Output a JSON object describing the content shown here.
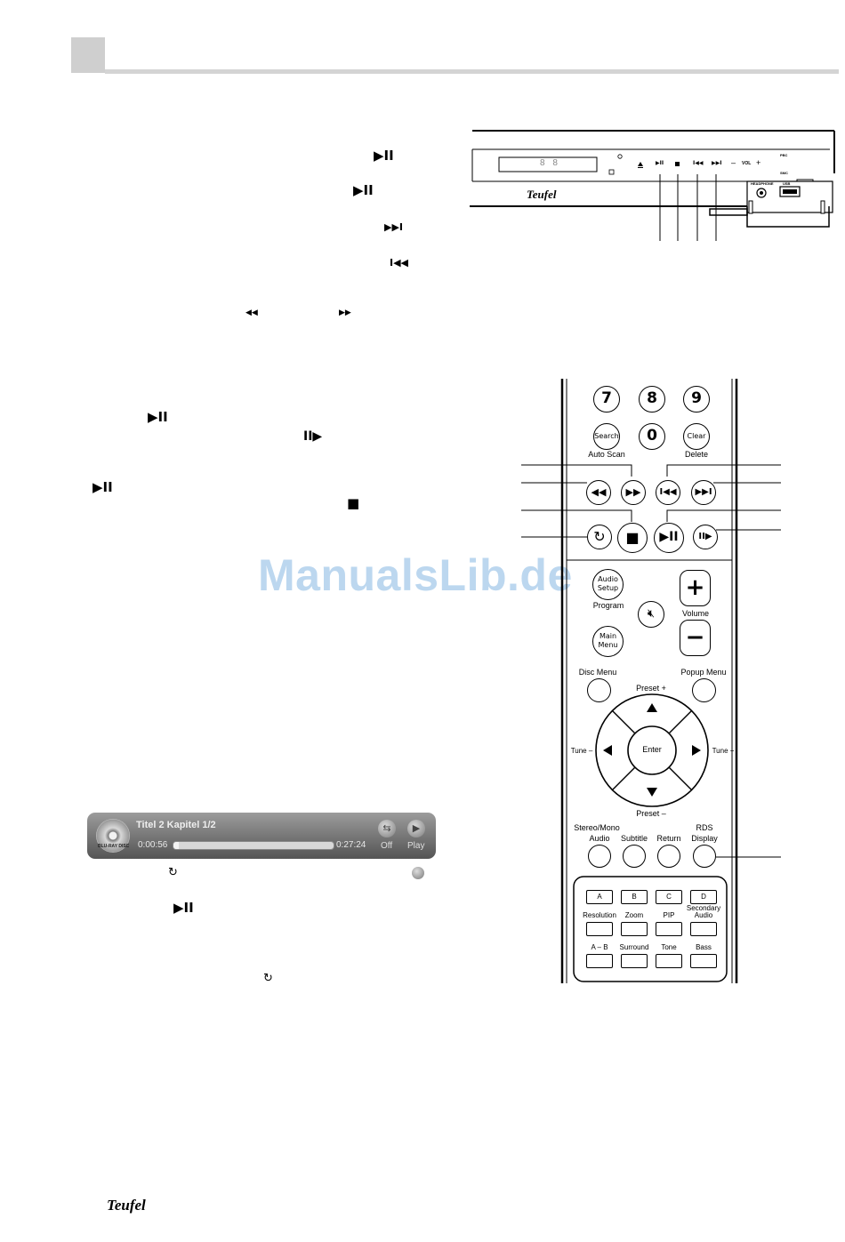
{
  "page": {
    "watermark": "ManualsLib.de",
    "footer_logo": "Teufel"
  },
  "text_symbols": {
    "play_pause": "▶II",
    "next": "▶▶I",
    "previous": "I◀◀",
    "rewind": "◀◀",
    "fast_forward": "▶▶",
    "slow": "II▶",
    "stop": "■",
    "repeat": "↻"
  },
  "player_panel": {
    "brand": "Teufel",
    "display_digits": "8 8",
    "vol_label": "VOL",
    "vol_minus": "–",
    "vol_plus": "+",
    "headphone_label": "HEADPHONE",
    "usb_label": "USB",
    "label_pbc": "PBC",
    "label_smc": "SMC"
  },
  "osd": {
    "disc_label": "BLU-RAY DISC",
    "title": "Titel 2 Kapitel 1/2",
    "elapsed": "0:00:56",
    "total": "0:27:24",
    "progress": 0.034,
    "repeat_label": "Off",
    "play_label": "Play",
    "colors": {
      "bar_top": "#9c9c9c",
      "bar_bottom": "#545454"
    }
  },
  "remote": {
    "digits": [
      "7",
      "8",
      "9",
      "0"
    ],
    "search": "Search",
    "auto_scan": "Auto Scan",
    "clear": "Clear",
    "delete": "Delete",
    "audio_setup": "Audio Setup",
    "program": "Program",
    "volume": "Volume",
    "vol_plus": "+",
    "vol_minus": "−",
    "main_menu": "Main Menu",
    "disc_menu": "Disc Menu",
    "popup_menu": "Popup Menu",
    "preset_plus": "Preset +",
    "preset_minus": "Preset –",
    "tune_minus": "Tune –",
    "tune_plus": "Tune +",
    "enter": "Enter",
    "stereo_mono": "Stereo/Mono",
    "audio": "Audio",
    "subtitle": "Subtitle",
    "return": "Return",
    "rds": "RDS",
    "display": "Display",
    "colors": [
      "A",
      "B",
      "C",
      "D"
    ],
    "row_resolution": [
      "Resolution",
      "Zoom",
      "PIP",
      "Secondary Audio"
    ],
    "row_ab": [
      "A – B",
      "Surround",
      "Tone",
      "Bass"
    ]
  }
}
